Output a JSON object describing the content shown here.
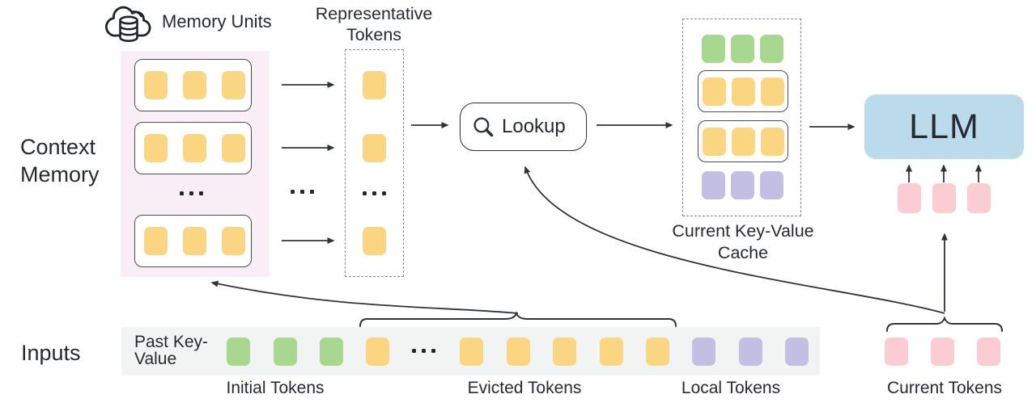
{
  "colors": {
    "yellow": "#FBD682",
    "green": "#A8D78F",
    "purple": "#C3BFE2",
    "pink": "#FBCDD3",
    "blue": "#BBDAEA",
    "memoryBg": "#FAEEF6",
    "stripBg": "#F2F4F3",
    "ink": "#262B31",
    "line": "#2F343B"
  },
  "icons": {
    "memory_units": "cloud-database-icon",
    "lookup": "search-icon"
  },
  "labels": {
    "context_memory": "Context Memory",
    "inputs": "Inputs",
    "memory_units": "Memory Units",
    "representative_tokens": "Representative Tokens",
    "lookup": "Lookup",
    "current_kv_cache": "Current Key-Value Cache",
    "llm": "LLM",
    "past_key_value": "Past Key-Value",
    "initial_tokens": "Initial Tokens",
    "evicted_tokens": "Evicted Tokens",
    "local_tokens": "Local Tokens",
    "current_tokens": "Current Tokens"
  },
  "memory": {
    "rows": [
      {
        "count": 3,
        "color": "yellow"
      },
      {
        "count": 3,
        "color": "yellow"
      },
      {
        "count": 3,
        "color": "yellow"
      }
    ]
  },
  "representative": {
    "tokens": [
      {
        "count": 1,
        "color": "yellow"
      },
      {
        "count": 1,
        "color": "yellow"
      },
      {
        "count": 1,
        "color": "yellow"
      }
    ]
  },
  "cache": {
    "green_row": {
      "count": 3,
      "color": "green"
    },
    "yellow_row_1": {
      "count": 3,
      "color": "yellow"
    },
    "yellow_row_2": {
      "count": 3,
      "color": "yellow"
    },
    "purple_row": {
      "count": 3,
      "color": "purple"
    }
  },
  "llm_inputs": {
    "count": 3,
    "color": "pink"
  },
  "strip": {
    "initial": {
      "count": 3,
      "color": "green"
    },
    "evicted_head": {
      "count": 1,
      "color": "yellow"
    },
    "evicted_tail": {
      "count": 5,
      "color": "yellow"
    },
    "local": {
      "count": 3,
      "color": "purple"
    },
    "current": {
      "count": 3,
      "color": "pink"
    }
  }
}
